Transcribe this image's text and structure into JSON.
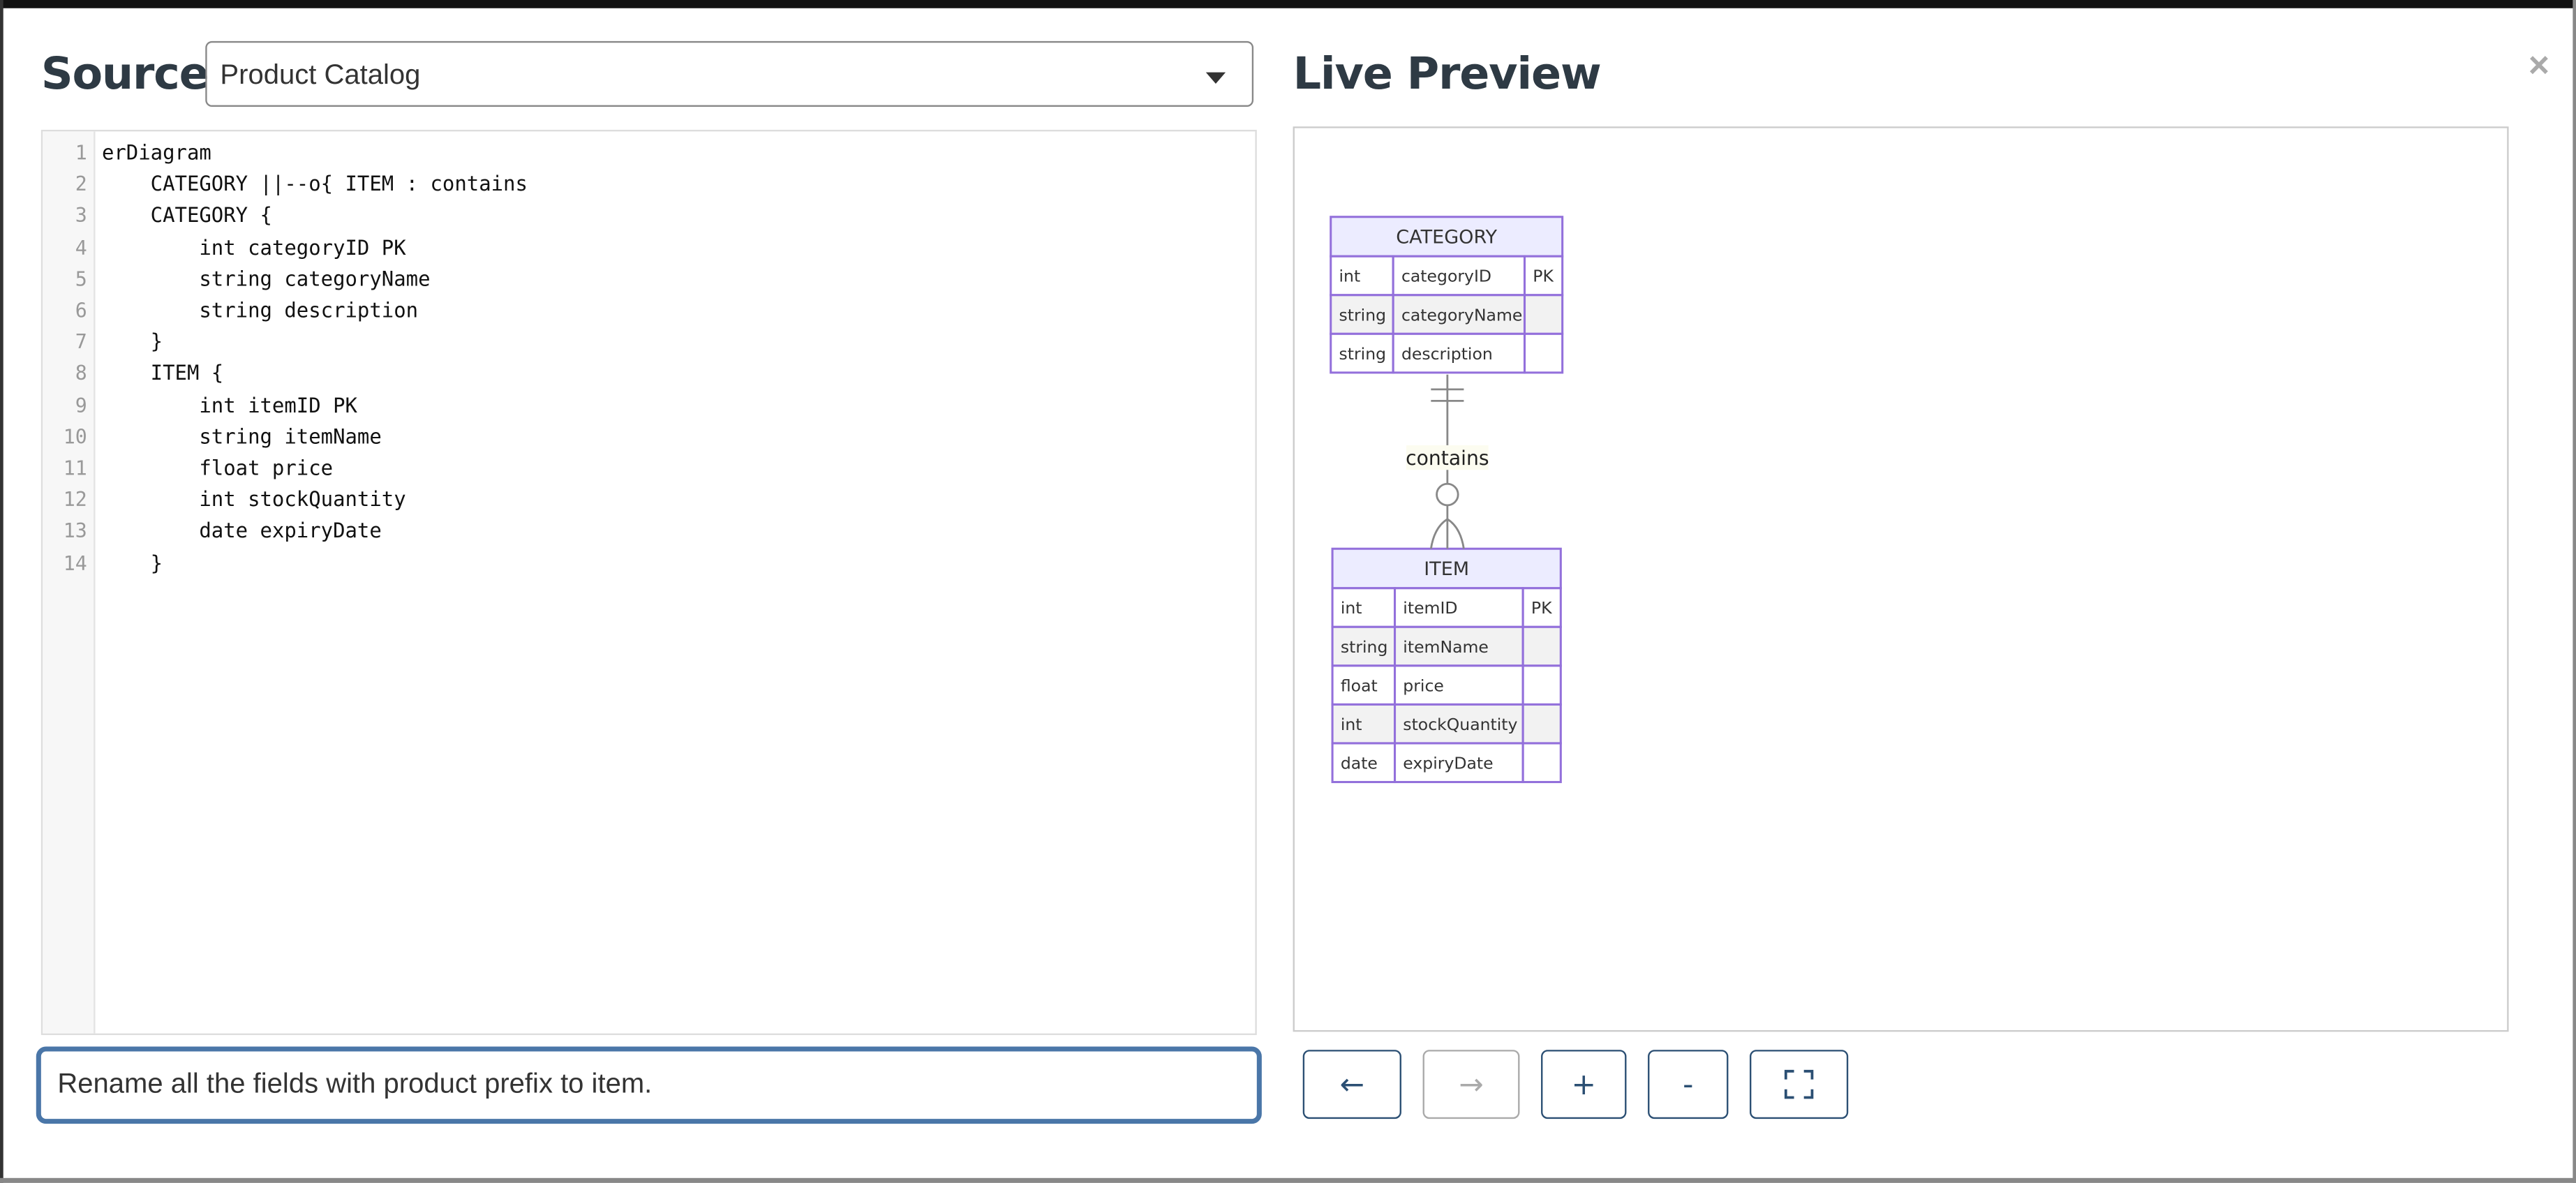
{
  "source": {
    "title": "Source",
    "selected_diagram": "Product Catalog",
    "code_lines": [
      "erDiagram",
      "    CATEGORY ||--o{ ITEM : contains",
      "    CATEGORY {",
      "        int categoryID PK",
      "        string categoryName",
      "        string description",
      "    }",
      "    ITEM {",
      "        int itemID PK",
      "        string itemName",
      "        float price",
      "        int stockQuantity",
      "        date expiryDate",
      "    }"
    ],
    "line_numbers": [
      "1",
      "2",
      "3",
      "4",
      "5",
      "6",
      "7",
      "8",
      "9",
      "10",
      "11",
      "12",
      "13",
      "14"
    ]
  },
  "preview": {
    "title": "Live Preview",
    "entities": [
      {
        "name": "CATEGORY",
        "attributes": [
          {
            "type": "int",
            "name": "categoryID",
            "key": "PK"
          },
          {
            "type": "string",
            "name": "categoryName",
            "key": ""
          },
          {
            "type": "string",
            "name": "description",
            "key": ""
          }
        ]
      },
      {
        "name": "ITEM",
        "attributes": [
          {
            "type": "int",
            "name": "itemID",
            "key": "PK"
          },
          {
            "type": "string",
            "name": "itemName",
            "key": ""
          },
          {
            "type": "float",
            "name": "price",
            "key": ""
          },
          {
            "type": "int",
            "name": "stockQuantity",
            "key": ""
          },
          {
            "type": "date",
            "name": "expiryDate",
            "key": ""
          }
        ]
      }
    ],
    "relationship_label": "contains",
    "colors": {
      "entity_border": "#9370db",
      "entity_header": "#ececff",
      "row_alt": "#f2f2f2",
      "line": "#888888"
    }
  },
  "prompt": {
    "value": "Rename all the fields with product prefix to item."
  },
  "controls": {
    "back": "←",
    "forward": "→",
    "zoom_in": "+",
    "zoom_out": "-",
    "fit": "⛶",
    "close": "×"
  }
}
